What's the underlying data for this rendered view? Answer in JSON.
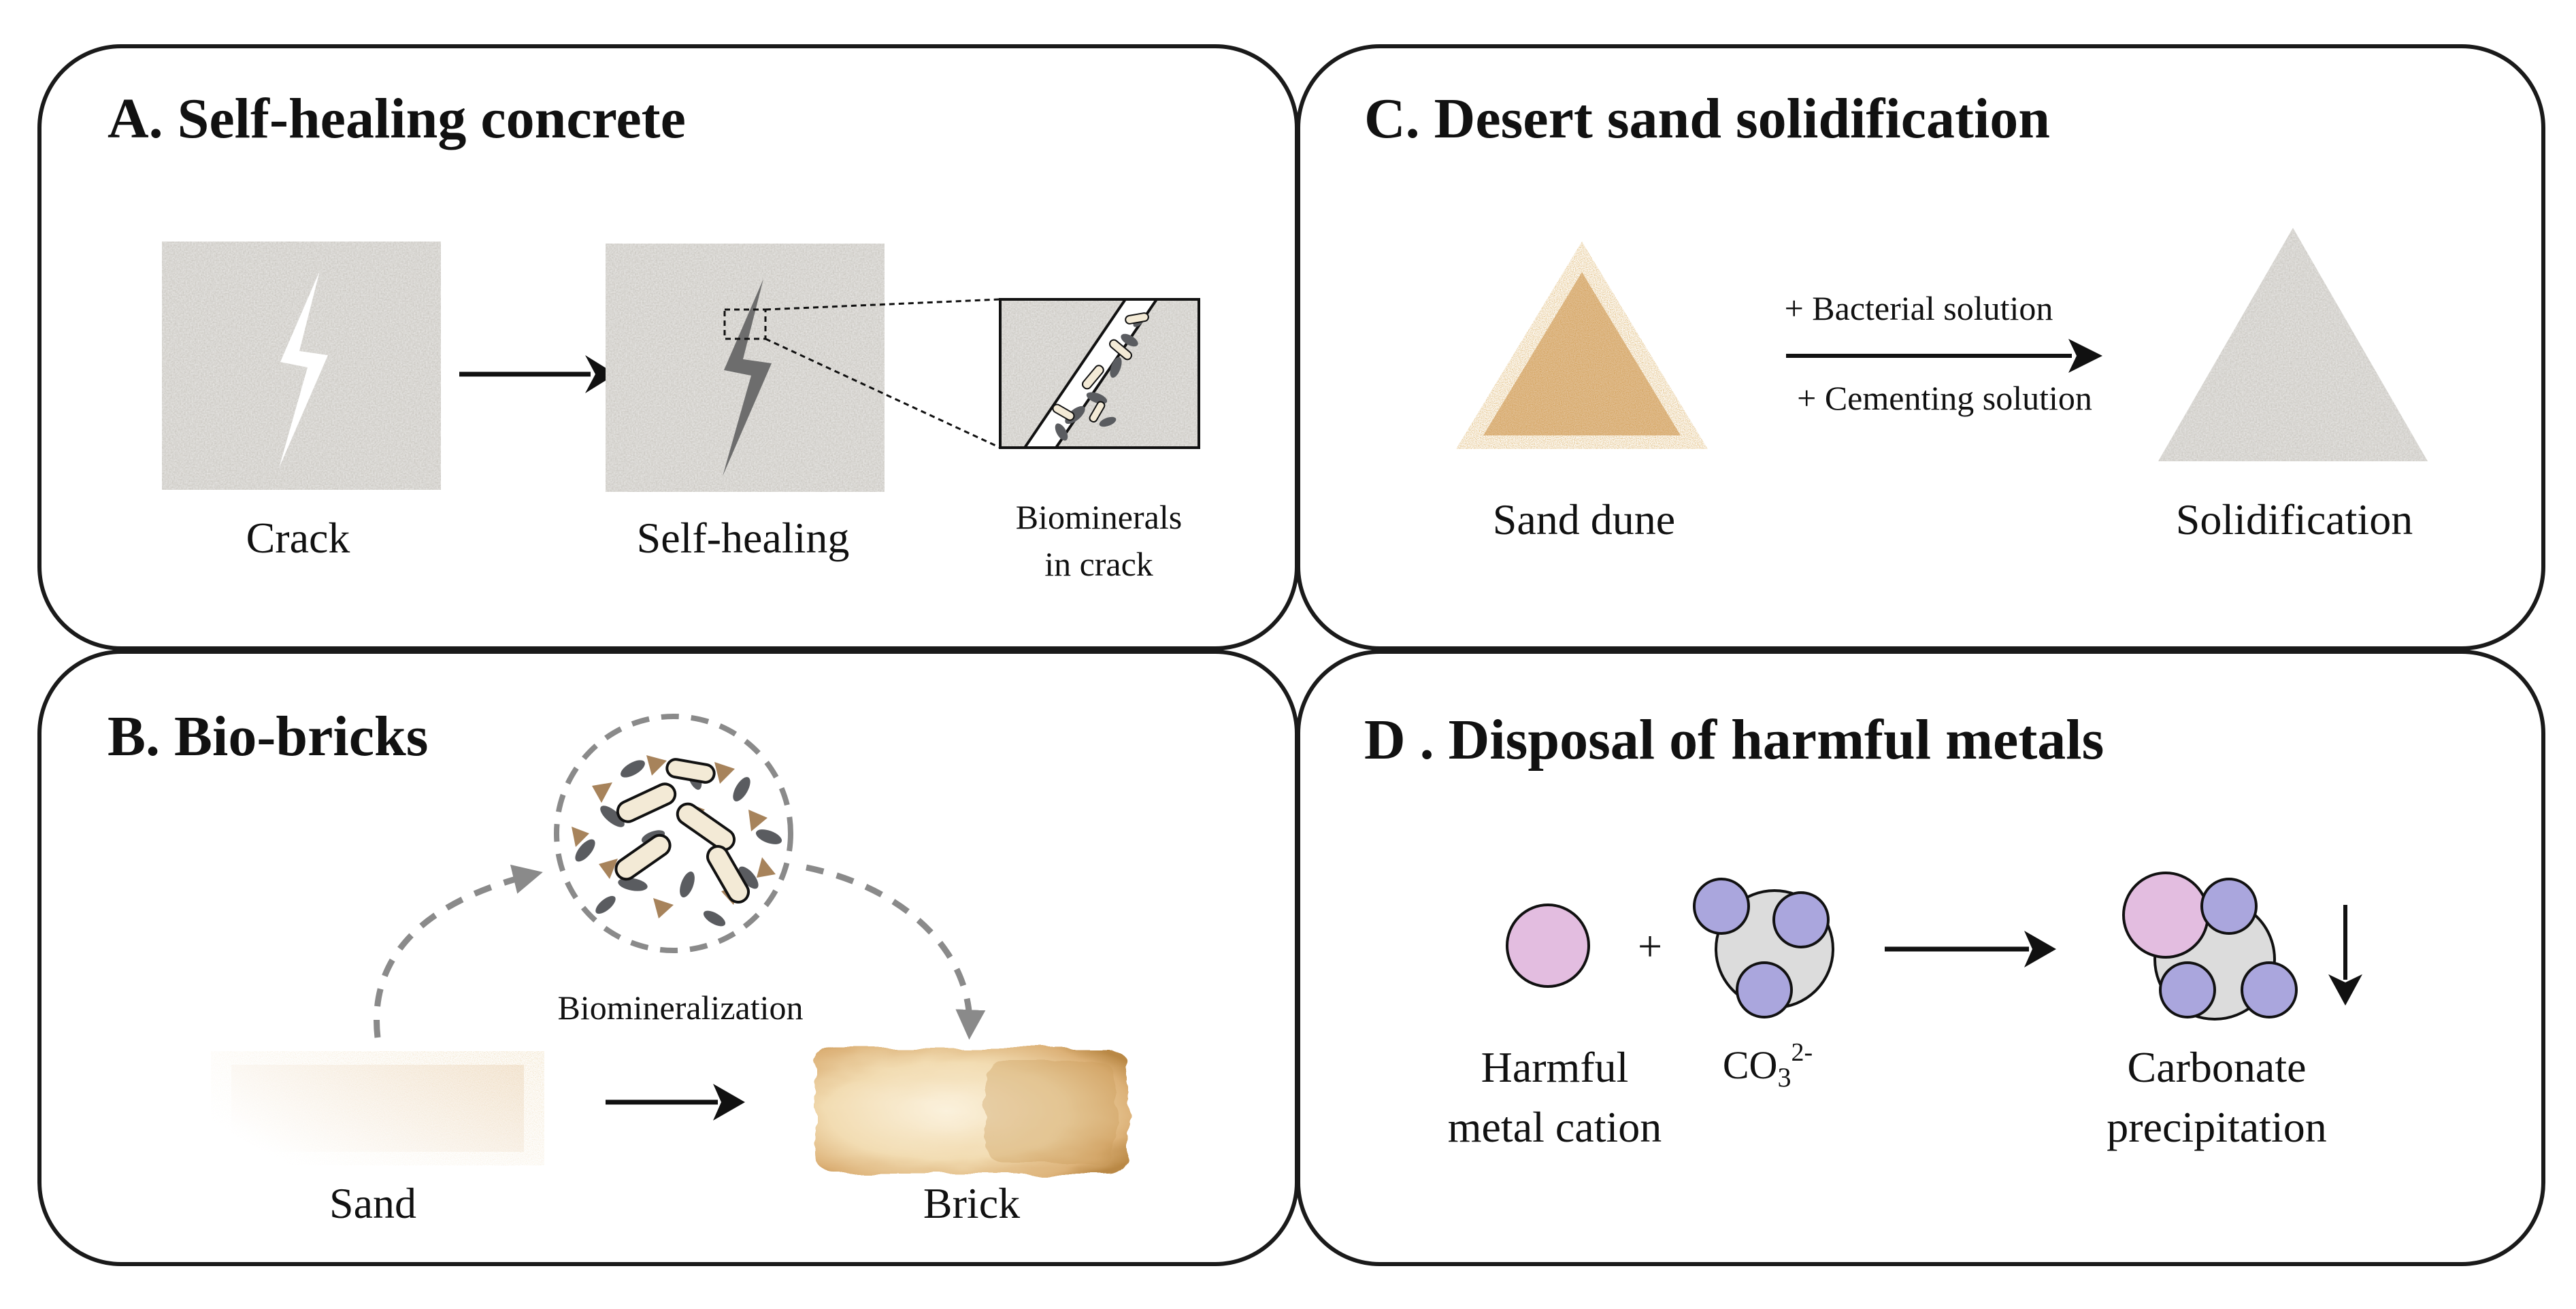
{
  "panels": {
    "a": {
      "title": "A. Self-healing concrete",
      "crack_label": "Crack",
      "healing_label": "Self-healing",
      "zoom_label_line1": "Biominerals",
      "zoom_label_line2": "in crack"
    },
    "b": {
      "title": "B. Bio-bricks",
      "process_label": "Biomineralization",
      "sand_label": "Sand",
      "brick_label": "Brick"
    },
    "c": {
      "title": "C. Desert sand solidification",
      "dune_label": "Sand dune",
      "solution_top": "+ Bacterial solution",
      "solution_bottom": "+ Cementing solution",
      "result_label": "Solidification"
    },
    "d": {
      "title": "D . Disposal of harmful metals",
      "plus_sign": "+",
      "cation_label_line1": "Harmful",
      "cation_label_line2": "metal cation",
      "carbonate_base": "CO",
      "carbonate_sub": "3",
      "carbonate_sup": "2-",
      "precip_label_line1": "Carbonate",
      "precip_label_line2": "precipitation"
    }
  },
  "colors": {
    "concrete": "#c9c6c0",
    "sand": "#c88a3c",
    "brick_light": "#f6e7c8",
    "brick_dark": "#c99a58",
    "metal_cation": "#e3bde0",
    "carbonate_oxygen": "#aaa6dd",
    "carbonate_center": "#dcdcdc",
    "dashed_arrow": "#8a8a8a",
    "crack_healed": "#6d6d6d",
    "biomineral_dark": "#5a5c60",
    "biomineral_brown": "#a7835b"
  }
}
